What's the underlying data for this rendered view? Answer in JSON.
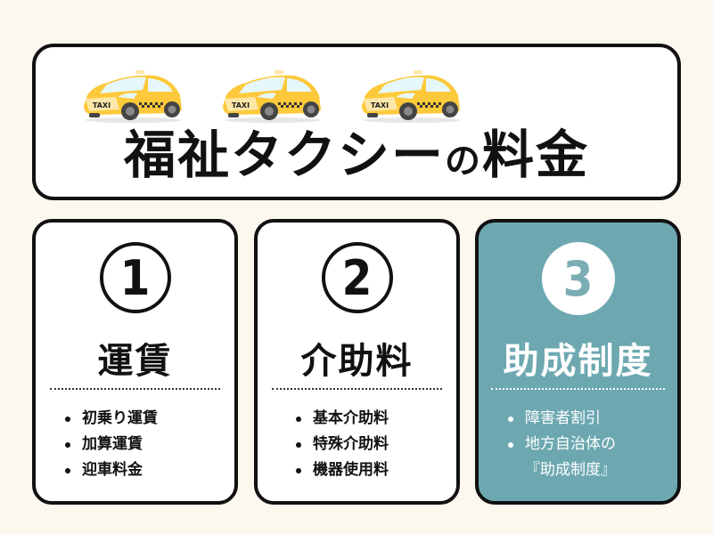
{
  "colors": {
    "background": "#fcf8f0",
    "card_border": "#111111",
    "card_highlight": "#6da8b1",
    "number_accent": "#7aaeb4",
    "taxi_yellow": "#fdc93a"
  },
  "header": {
    "taxi_icons": [
      {
        "name": "taxi-icon",
        "label": "TAXI"
      },
      {
        "name": "taxi-icon",
        "label": "TAXI"
      },
      {
        "name": "taxi-icon",
        "label": "TAXI"
      }
    ],
    "title_part1": "福祉タクシー",
    "title_connector": "の",
    "title_part2": "料金"
  },
  "cards": [
    {
      "number": "1",
      "title": "運賃",
      "highlighted": false,
      "items": [
        "初乗り運賃",
        "加算運賃",
        "迎車料金"
      ]
    },
    {
      "number": "2",
      "title": "介助料",
      "highlighted": false,
      "items": [
        "基本介助料",
        "特殊介助料",
        "機器使用料"
      ]
    },
    {
      "number": "3",
      "title": "助成制度",
      "highlighted": true,
      "items": [
        "障害者割引",
        "地方自治体の"
      ],
      "item_continuation": "『助成制度』"
    }
  ]
}
